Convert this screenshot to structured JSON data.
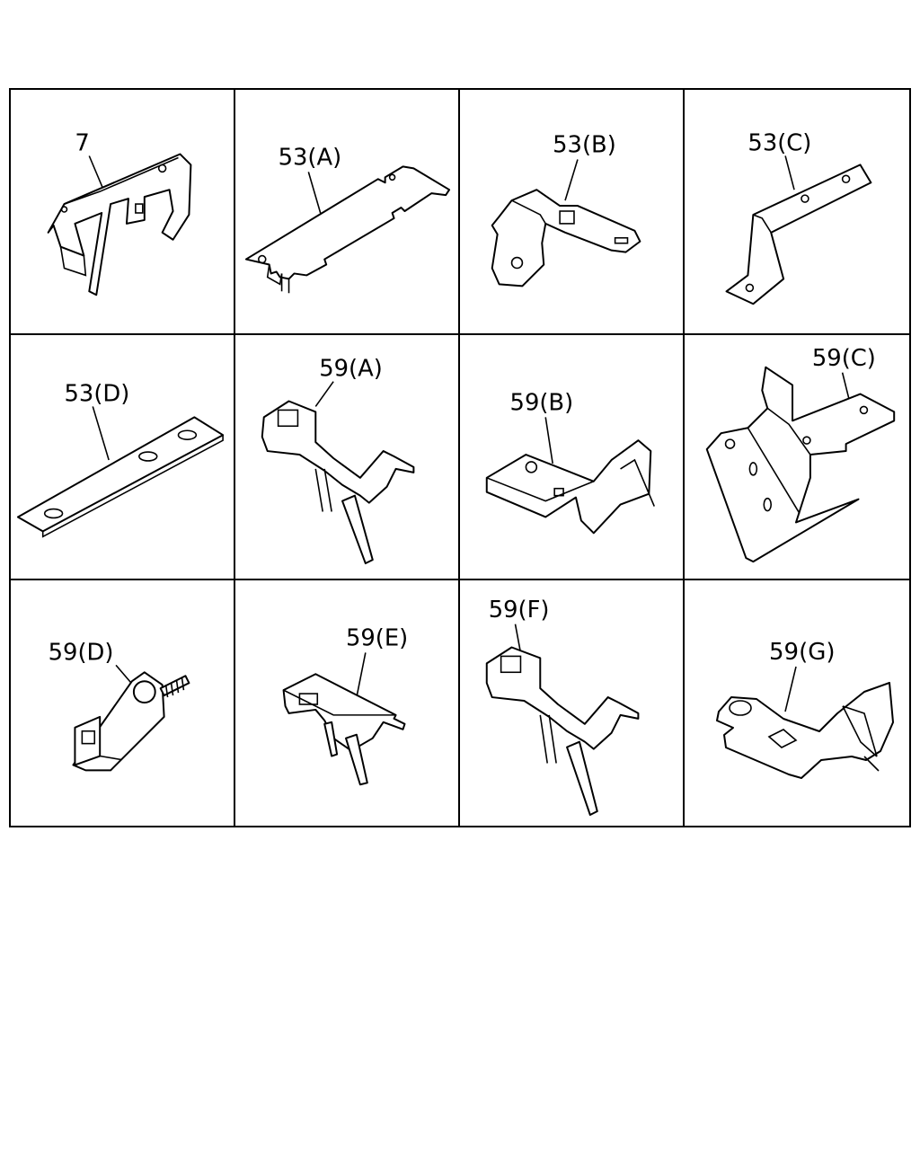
{
  "parts": [
    {
      "label": "7"
    },
    {
      "label": "53(A)"
    },
    {
      "label": "53(B)"
    },
    {
      "label": "53(C)"
    },
    {
      "label": "53(D)"
    },
    {
      "label": "59(A)"
    },
    {
      "label": "59(B)"
    },
    {
      "label": "59(C)"
    },
    {
      "label": "59(D)"
    },
    {
      "label": "59(E)"
    },
    {
      "label": "59(F)"
    },
    {
      "label": "59(G)"
    }
  ]
}
